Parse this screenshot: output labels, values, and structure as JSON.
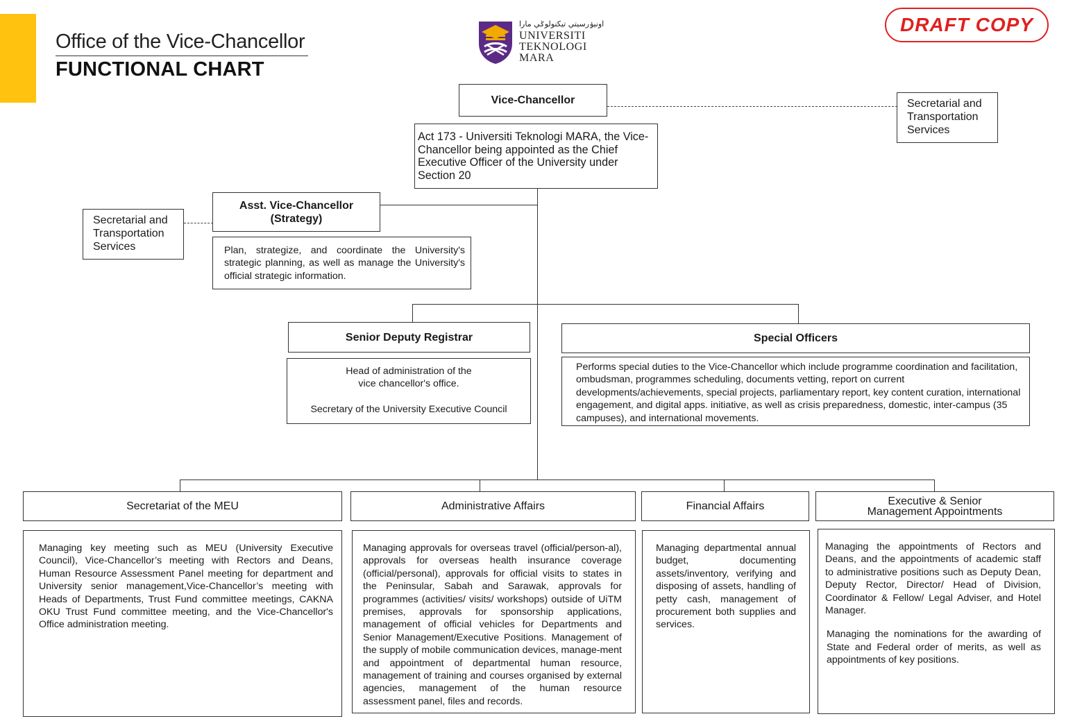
{
  "header": {
    "office_title": "Office of the Vice-Chancellor",
    "chart_title": "FUNCTIONAL CHART",
    "accent_color": "#FFC20E"
  },
  "logo": {
    "arabic_text": "اونيۏرسيتي تيكنولوݢي مارا",
    "line1": "UNIVERSITI",
    "line2": "TEKNOLOGI",
    "line3": "MARA",
    "crest_icon": "uitm-crest-icon",
    "colors": {
      "purple": "#5B2A86",
      "gold": "#F2A900"
    }
  },
  "stamp": {
    "text": "DRAFT COPY",
    "color": "#E02020"
  },
  "vice_chancellor": {
    "title": "Vice-Chancellor",
    "description": "Act 173 - Universiti Teknologi MARA, the Vice-Chancellor being appointed as the Chief Executive Officer of the University under Section 20"
  },
  "vc_secretarial": {
    "text": "Secretarial and Transportation Services"
  },
  "asst_vc": {
    "title_line1": "Asst. Vice-Chancellor",
    "title_line2": "(Strategy)",
    "description": "Plan, strategize, and coordinate the University's strategic planning, as well as manage the University's official strategic information."
  },
  "avc_secretarial": {
    "text": "Secretarial and Transportation Services"
  },
  "senior_deputy_registrar": {
    "title": "Senior Deputy Registrar",
    "desc_line1": "Head of administration of the",
    "desc_line2": "vice chancellor's office.",
    "desc_line3": "Secretary of the University Executive Council"
  },
  "special_officers": {
    "title": "Special Officers",
    "description": "Performs special duties to the Vice-Chancellor which include programme coordination and facilitation, ombudsman, programmes scheduling, documents vetting, report on current developments/achievements, special projects, parliamentary report, key content curation, international engagement, and digital apps. initiative, as well as crisis preparedness, domestic, inter-campus (35 campuses), and international movements."
  },
  "units": [
    {
      "title": "Secretariat of the MEU",
      "description": "Managing key meeting such as MEU (University Executive Council), Vice-Chancellor’s meeting with Rectors and Deans, Human Resource Assessment Panel meeting for department and University senior management,Vice-Chancellor’s meeting with Heads of Departments, Trust Fund committee meetings, CAKNA OKU Trust Fund committee meeting, and the Vice-Chancellor's Office administration meeting."
    },
    {
      "title": "Administrative Affairs",
      "description": "Managing approvals for overseas travel (official/person-al), approvals for overseas health insurance coverage (official/personal), approvals for official visits to states in the Peninsular, Sabah and Sarawak, approvals for programmes (activities/ visits/ workshops) outside of UiTM premises, approvals for sponsorship applications, management of official vehicles for Departments and Senior Management/Executive Positions. Management of the supply of mobile communication devices, manage-ment and appointment of departmental human resource, management of training and courses organised by external agencies,  management of the human resource assessment panel,  files and records."
    },
    {
      "title": "Financial Affairs",
      "description": "Managing departmental annual budget, documenting assets/inventory, verifying and disposing of assets, handling of petty cash, management of procurement both supplies and services."
    },
    {
      "title_line1": "Executive & Senior",
      "title_line2": "Management Appointments",
      "description_p1": "Managing the appointments of Rectors and Deans, and the appointments of academic staff to administrative positions such as Deputy Dean, Deputy Rector, Director/ Head of Division, Coordinator & Fellow/ Legal Adviser, and Hotel Manager.",
      "description_p2": "Managing the nominations for the awarding of State and Federal order of merits, as well as appointments of key positions."
    }
  ]
}
